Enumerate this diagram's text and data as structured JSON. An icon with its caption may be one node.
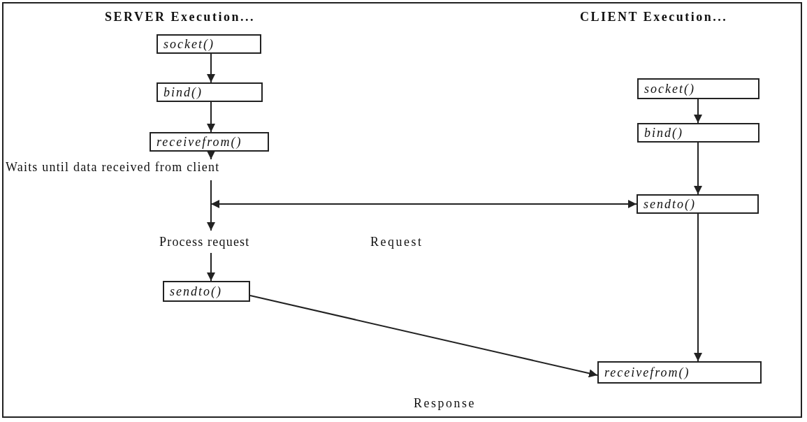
{
  "diagram": {
    "nodes": [
      {
        "text": [
          "socket()"
        ]
      },
      {
        "text": [
          "bind()"
        ]
      },
      {
        "text": [
          "receivefrom()"
        ]
      },
      {
        "text": [
          "Waits until data received from client"
        ]
      },
      {
        "text": [
          "Process request"
        ]
      },
      {
        "text": [
          "sendto()"
        ]
      },
      {
        "text": [
          "socket()"
        ]
      },
      {
        "text": [
          "bind()"
        ]
      },
      {
        "text": [
          "sendto()"
        ]
      },
      {
        "text": [
          "receivefrom()"
        ]
      }
    ],
    "edges": [
      {
        "from": 0,
        "to": 1,
        "arrow": "to"
      },
      {
        "from": 1,
        "to": 2,
        "arrow": "to"
      },
      {
        "from": 2,
        "to": 3,
        "arrow": "to"
      },
      {
        "from": 3,
        "to": 4,
        "arrow": "to"
      },
      {
        "from": 4,
        "to": 5,
        "arrow": "to"
      },
      {
        "from": 6,
        "to": 7,
        "arrow": "to"
      },
      {
        "from": 7,
        "to": 8,
        "arrow": "to"
      },
      {
        "from": 8,
        "to": 9,
        "arrow": "to"
      },
      {
        "from": null,
        "to": 8,
        "arrow": "both",
        "label": "Request"
      },
      {
        "from": 5,
        "to": 9,
        "arrow": "to",
        "label": "Response"
      }
    ],
    "labels": [
      "SERVER Execution...",
      "CLIENT Execution..."
    ]
  }
}
